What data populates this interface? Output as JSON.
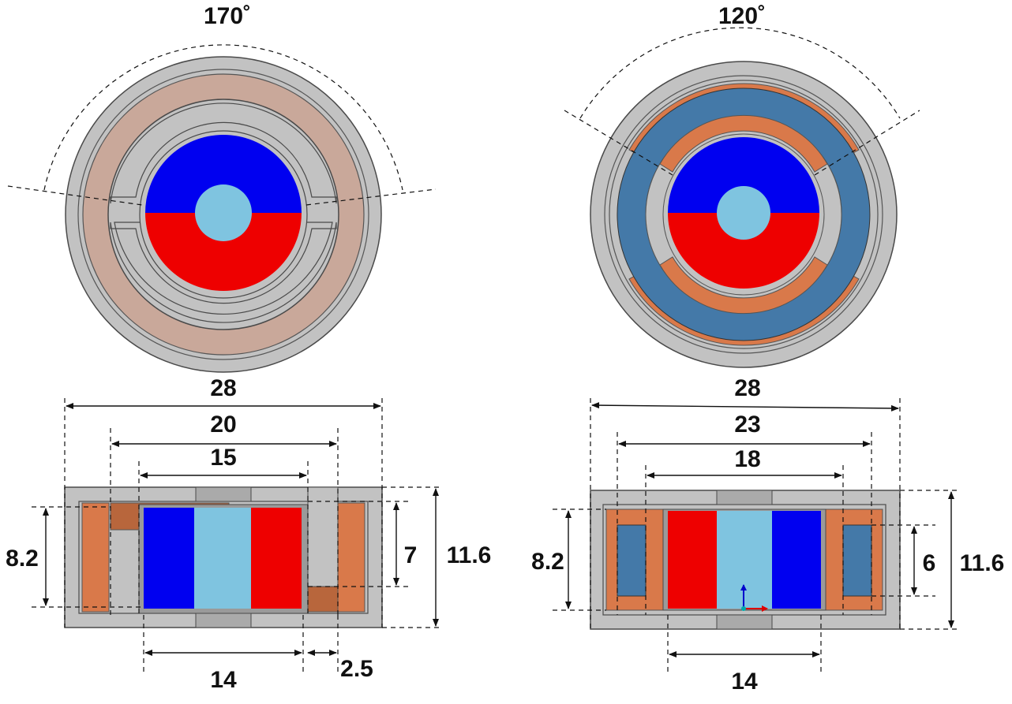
{
  "left": {
    "angle_label": "170˚",
    "dims": {
      "d28": "28",
      "d20": "20",
      "d15": "15",
      "h8_2": "8.2",
      "h7": "7",
      "h11_6": "11.6",
      "d14": "14",
      "d2_5": "2.5"
    }
  },
  "right": {
    "angle_label": "120˚",
    "dims": {
      "d28": "28",
      "d23": "23",
      "d18": "18",
      "h8_2": "8.2",
      "h6": "6",
      "h11_6": "11.6",
      "d14": "14"
    }
  },
  "colors": {
    "magnet_north": "#0000f0",
    "magnet_south": "#ee0000",
    "shaft": "#7fc4e0",
    "coil_copper": "#d9794a",
    "coil_faded": "#c9a89a",
    "steel_blue": "#4479a8",
    "housing_gray": "#c2c2c2"
  }
}
